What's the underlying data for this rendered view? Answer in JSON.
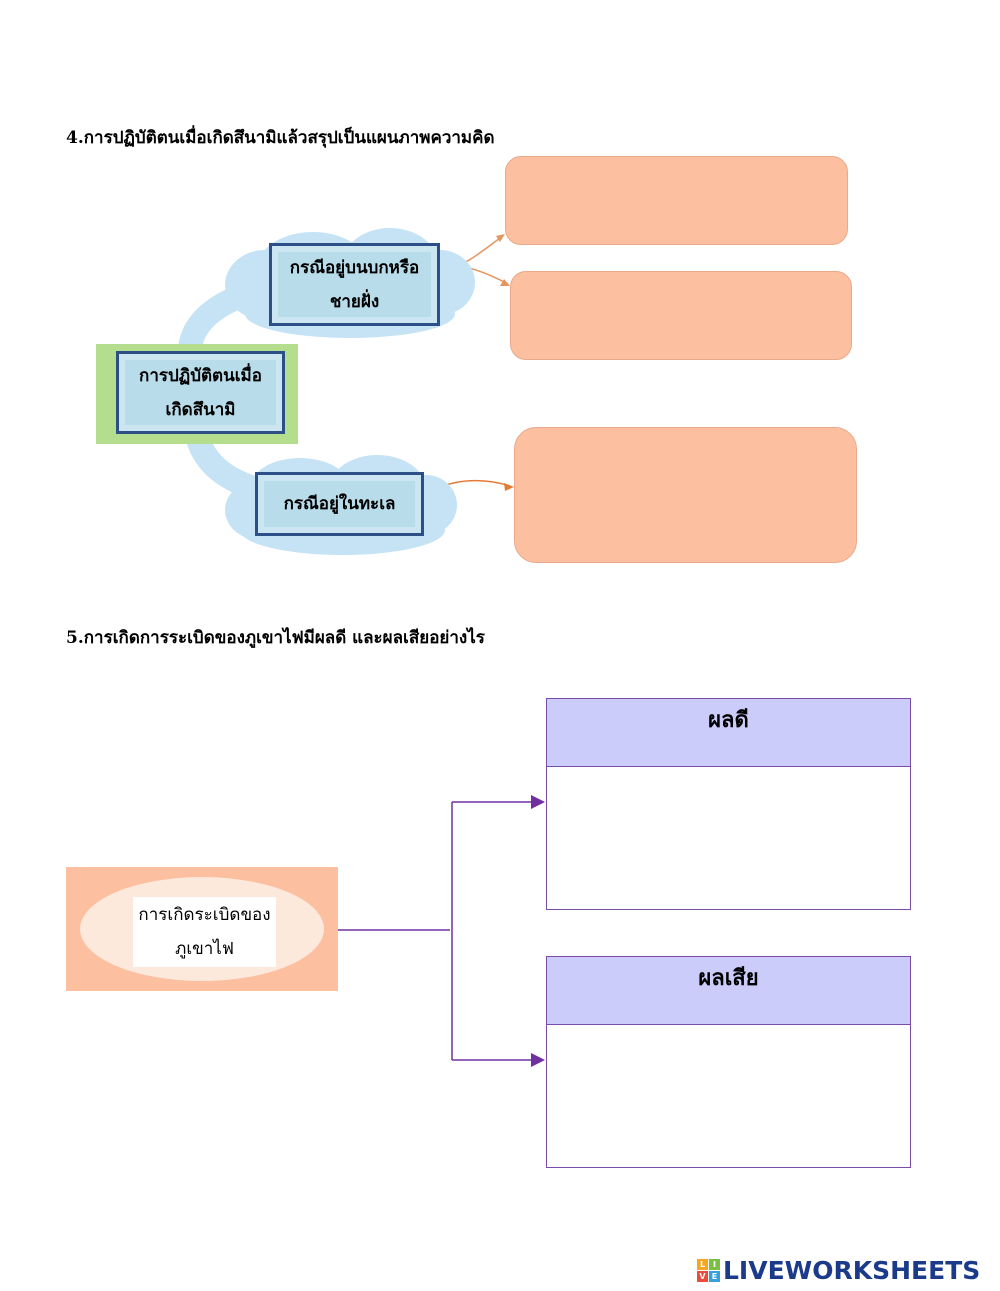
{
  "q4": {
    "title": "4.การปฏิบัติตนเมื่อเกิดสึนามิแล้วสรุปเป็นแผนภาพความคิด",
    "center_line1": "การปฏิบัติตนเมื่อ",
    "center_line2": "เกิดสึนามิ",
    "top_line1": "กรณีอยู่บนบกหรือ",
    "top_line2": "ชายฝั่ง",
    "bottom_label": "กรณีอยู่ในทะเล"
  },
  "q5": {
    "title": "5.การเกิดการระเบิดของภูเขาไฟมีผลดี และผลเสียอย่างไร",
    "source_line1": "การเกิดระเบิดของ",
    "source_line2": "ภูเขาไฟ",
    "good_header": "ผลดี",
    "bad_header": "ผลเสีย"
  },
  "footer": {
    "logo_letters": [
      "L",
      "I",
      "V",
      "E"
    ],
    "logo_text": "LIVEWORKSHEETS",
    "logo_colors": [
      "#f5a623",
      "#7ac143",
      "#e94b3c",
      "#3aa0dc"
    ]
  }
}
